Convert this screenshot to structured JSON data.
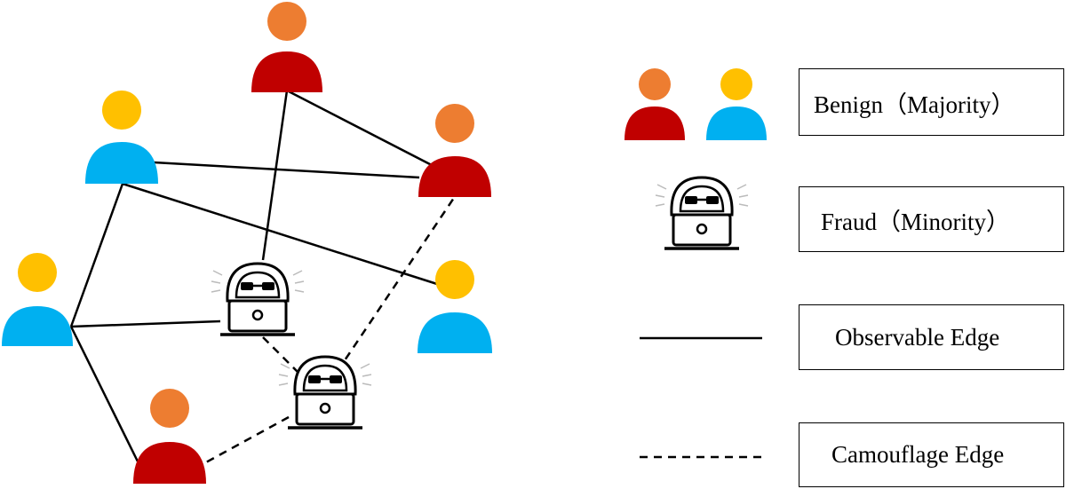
{
  "colors": {
    "benign_red_body": "#c00000",
    "benign_orange_head": "#ed7d31",
    "benign_blue_body": "#00b0f0",
    "benign_yellow_head": "#ffc000",
    "edge": "#000000"
  },
  "nodes": [
    {
      "id": "n1",
      "type": "benign-red"
    },
    {
      "id": "n2",
      "type": "benign-blue"
    },
    {
      "id": "n3",
      "type": "benign-red"
    },
    {
      "id": "n4",
      "type": "benign-blue"
    },
    {
      "id": "n5",
      "type": "benign-blue"
    },
    {
      "id": "n6",
      "type": "benign-red"
    },
    {
      "id": "f1",
      "type": "fraud"
    },
    {
      "id": "f2",
      "type": "fraud"
    }
  ],
  "edges": [
    {
      "from": "n1",
      "to": "n3",
      "style": "observable"
    },
    {
      "from": "n1",
      "to": "f1",
      "style": "observable"
    },
    {
      "from": "n2",
      "to": "n3",
      "style": "observable"
    },
    {
      "from": "n2",
      "to": "n4",
      "style": "observable"
    },
    {
      "from": "n2",
      "to": "n5",
      "style": "observable"
    },
    {
      "from": "n5",
      "to": "f1",
      "style": "observable"
    },
    {
      "from": "n5",
      "to": "n6",
      "style": "observable"
    },
    {
      "from": "f1",
      "to": "f2",
      "style": "camouflage"
    },
    {
      "from": "f2",
      "to": "n3",
      "style": "camouflage"
    },
    {
      "from": "f2",
      "to": "n6",
      "style": "camouflage"
    }
  ],
  "legend": {
    "benign_label": "Benign（Majority）",
    "fraud_label": "Fraud（Minority）",
    "observable_label": "Observable Edge",
    "camouflage_label": "Camouflage Edge"
  }
}
